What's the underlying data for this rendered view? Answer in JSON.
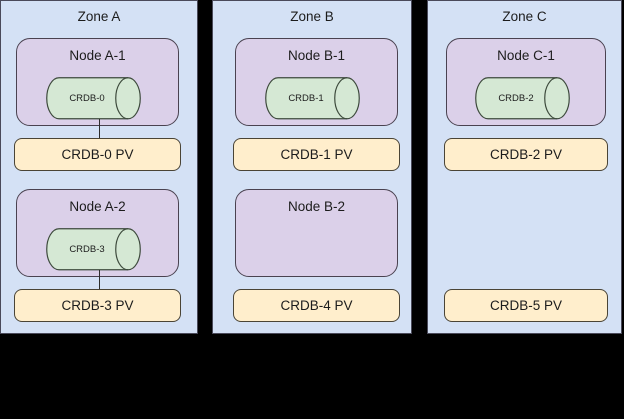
{
  "colors": {
    "page_background": "#000000",
    "zone_fill": "#d4e1f5",
    "zone_stroke": "#4a4a5a",
    "node_fill": "#dbd0e9",
    "node_stroke": "#4a4250",
    "pod_fill": "#d5e8d4",
    "pod_stroke": "#3d4a3c",
    "pv_fill": "#ffeecc",
    "pv_stroke": "#4a4436",
    "connector_stroke": "#2d2d2d",
    "text": "#1c1c1c"
  },
  "diagram": {
    "type": "infrastructure-topology",
    "zones": [
      {
        "id": "zone-a",
        "label": "Zone A",
        "rows": [
          {
            "node": {
              "id": "node-a-1",
              "label": "Node A-1",
              "empty": false
            },
            "pod": {
              "id": "crdb-0",
              "label": "CRDB-0"
            },
            "pv": {
              "id": "crdb-0-pv",
              "label": "CRDB-0 PV"
            },
            "connected": true
          },
          {
            "node": {
              "id": "node-a-2",
              "label": "Node A-2",
              "empty": false
            },
            "pod": {
              "id": "crdb-3",
              "label": "CRDB-3"
            },
            "pv": {
              "id": "crdb-3-pv",
              "label": "CRDB-3 PV"
            },
            "connected": true
          }
        ]
      },
      {
        "id": "zone-b",
        "label": "Zone B",
        "rows": [
          {
            "node": {
              "id": "node-b-1",
              "label": "Node B-1",
              "empty": false
            },
            "pod": {
              "id": "crdb-1",
              "label": "CRDB-1"
            },
            "pv": {
              "id": "crdb-1-pv",
              "label": "CRDB-1 PV"
            },
            "connected": true
          },
          {
            "node": {
              "id": "node-b-2",
              "label": "Node B-2",
              "empty": true
            },
            "pod": null,
            "pv": {
              "id": "crdb-4-pv",
              "label": "CRDB-4 PV"
            },
            "connected": false
          }
        ]
      },
      {
        "id": "zone-c",
        "label": "Zone C",
        "rows": [
          {
            "node": {
              "id": "node-c-1",
              "label": "Node C-1",
              "empty": false
            },
            "pod": {
              "id": "crdb-2",
              "label": "CRDB-2"
            },
            "pv": {
              "id": "crdb-2-pv",
              "label": "CRDB-2 PV"
            },
            "connected": true
          },
          {
            "node": null,
            "pod": null,
            "pv": {
              "id": "crdb-5-pv",
              "label": "CRDB-5 PV"
            },
            "connected": false
          }
        ]
      }
    ]
  }
}
